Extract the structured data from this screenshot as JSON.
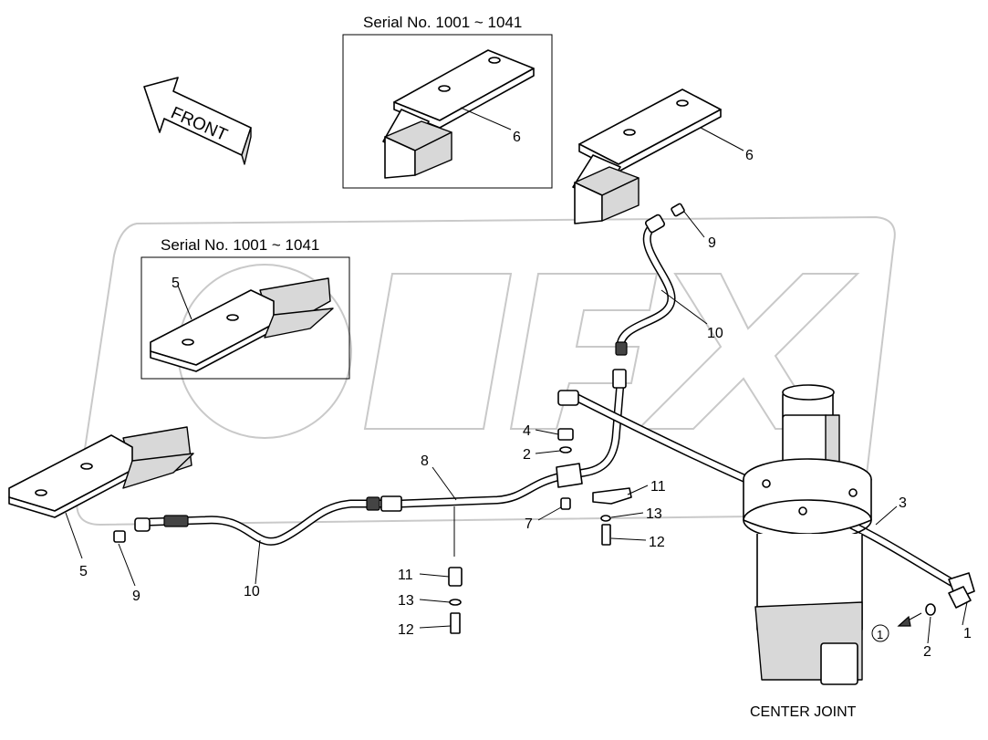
{
  "boxes": {
    "upper_serial": "Serial No. 1001 ~ 1041",
    "left_serial": "Serial No. 1001 ~ 1041"
  },
  "direction": {
    "front": "FRONT"
  },
  "assembly": {
    "center_joint": "CENTER JOINT",
    "view_ref": "1"
  },
  "callouts": {
    "box_top_6": "6",
    "top_6": "6",
    "top_9": "9",
    "top_10": "10",
    "box_left_5": "5",
    "left_5": "5",
    "left_9": "9",
    "left_10": "10",
    "tee_4": "4",
    "tee_2": "2",
    "tube_8": "8",
    "tee_7": "7",
    "clamp_r_11": "11",
    "clamp_r_13": "13",
    "clamp_r_12": "12",
    "clamp_l_11": "11",
    "clamp_l_13": "13",
    "clamp_l_12": "12",
    "hose_3": "3",
    "fit_1": "1",
    "fit_2": "2"
  },
  "icons": [
    "front-arrow-icon",
    "circled-number-icon",
    "hose-fitting-icon"
  ]
}
